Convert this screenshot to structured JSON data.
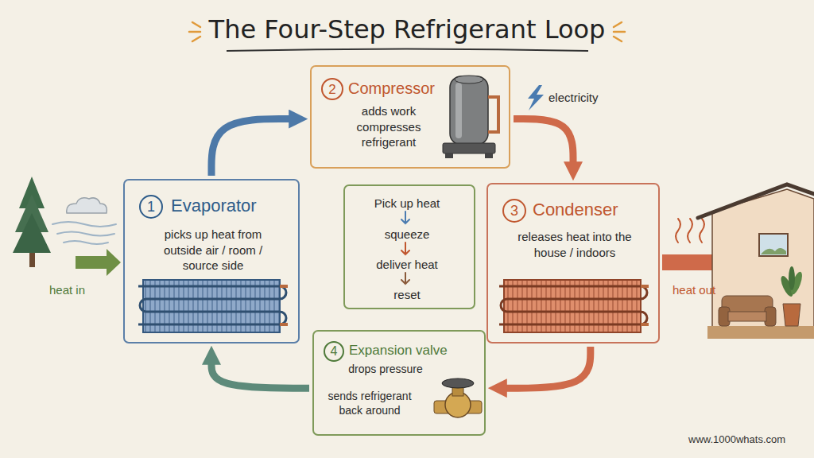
{
  "diagram": {
    "title": "The Four-Step Refrigerant Loop",
    "nodes": [
      {
        "text": [
          "1",
          "Evaporator",
          "picks up heat from outside air / room / source side"
        ]
      },
      {
        "text": [
          "2",
          "Compressor",
          "adds work compresses refrigerant"
        ]
      },
      {
        "text": [
          "3",
          "Condenser",
          "releases heat into the house / indoors"
        ]
      },
      {
        "text": [
          "4",
          "Expansion valve",
          "drops pressure",
          "sends refrigerant back around"
        ]
      },
      {
        "text": [
          "Pick up heat",
          "squeeze",
          "deliver heat",
          "reset"
        ]
      }
    ],
    "edges": [
      {
        "from": 0,
        "to": 1,
        "arrow": "to"
      },
      {
        "from": 1,
        "to": 2,
        "arrow": "to"
      },
      {
        "from": 2,
        "to": 3,
        "arrow": "to"
      },
      {
        "from": 3,
        "to": 0,
        "arrow": "to"
      }
    ],
    "labels": [
      "electricity",
      "heat in",
      "heat out",
      "www.1000whats.com"
    ]
  }
}
